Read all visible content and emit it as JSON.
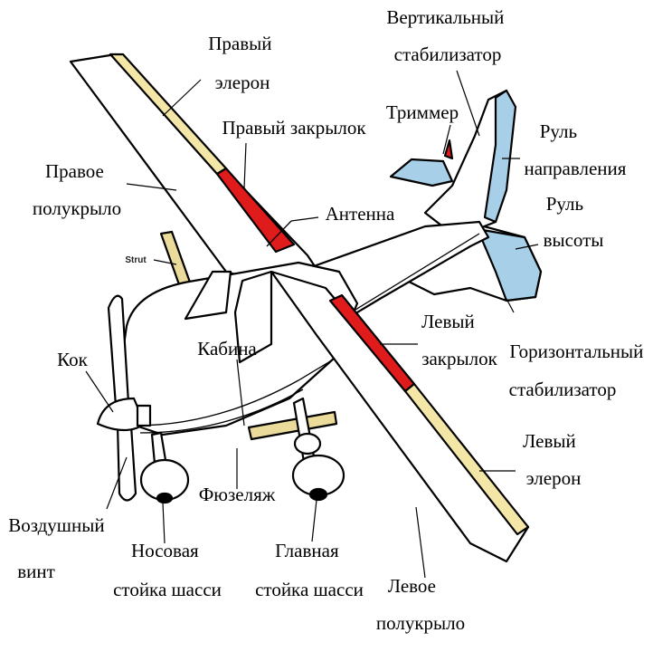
{
  "colors": {
    "aileron": "#f3e6a6",
    "flap": "#e01b1b",
    "tail_control": "#a8cfe8",
    "strut": "#eadb9a",
    "outline": "#000000",
    "fill": "#ffffff"
  },
  "labels": {
    "right_aileron": [
      "Правый",
      "элерон"
    ],
    "vertical_stabilizer": [
      "Вертикальный",
      "стабилизатор"
    ],
    "trim_tab": [
      "Триммер"
    ],
    "right_flap": [
      "Правый закрылок"
    ],
    "rudder": [
      "Руль",
      "направления"
    ],
    "elevator": [
      "Руль",
      "высоты"
    ],
    "right_wing": [
      "Правое",
      "полукрыло"
    ],
    "antenna": [
      "Антенна"
    ],
    "strut": [
      "Strut"
    ],
    "left_flap": [
      "Левый",
      "закрылок"
    ],
    "horizontal_stabilizer": [
      "Горизонтальный",
      "стабилизатор"
    ],
    "spinner": [
      "Кок"
    ],
    "cockpit": [
      "Кабина"
    ],
    "left_aileron": [
      "Левый",
      "элерон"
    ],
    "fuselage": [
      "Фюзеляж"
    ],
    "propeller": [
      "Воздушный",
      "винт"
    ],
    "nose_gear": [
      "Носовая",
      "стойка шасси"
    ],
    "main_gear": [
      "Главная",
      "стойка шасси"
    ],
    "left_wing": [
      "Левое",
      "полукрыло"
    ]
  }
}
